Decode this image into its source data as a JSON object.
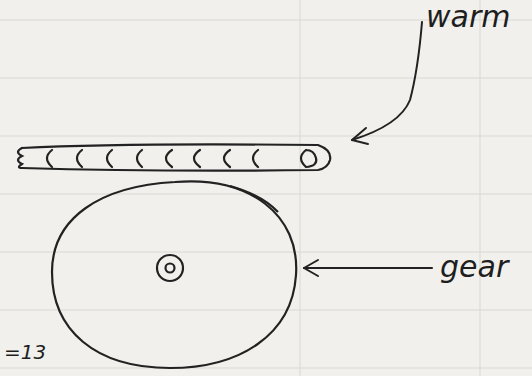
{
  "diagram": {
    "labels": [
      "warm",
      "gear",
      "=13"
    ]
  }
}
